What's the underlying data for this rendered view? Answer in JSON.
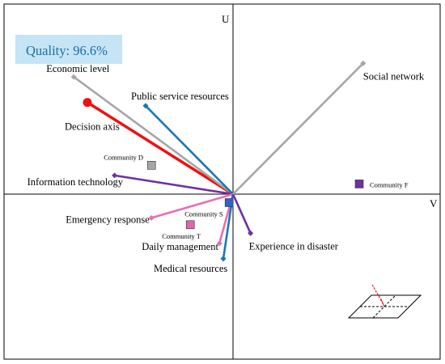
{
  "chart_data": {
    "type": "scatter",
    "subtype": "GAIA biplot",
    "quality_label": "Quality: 96.6%",
    "axis_labels": {
      "vertical": "U",
      "horizontal": "V"
    },
    "axis_range": {
      "v": [
        -1.0,
        1.0
      ],
      "u": [
        -1.0,
        1.0
      ]
    },
    "criteria": [
      {
        "name": "Economic level",
        "v": -0.82,
        "u": 0.69,
        "color": "#a6a6a6"
      },
      {
        "name": "Public service resources",
        "v": -0.45,
        "u": 0.52,
        "color": "#1a78b4"
      },
      {
        "name": "Information technology",
        "v": -0.61,
        "u": 0.11,
        "color": "#7030a0"
      },
      {
        "name": "Emergency response",
        "v": -0.42,
        "u": -0.14,
        "color": "#e66fb0"
      },
      {
        "name": "Daily management",
        "v": -0.07,
        "u": -0.29,
        "color": "#e66fb0"
      },
      {
        "name": "Medical resources",
        "v": -0.05,
        "u": -0.38,
        "color": "#1a78b4"
      },
      {
        "name": "Experience in disaster",
        "v": 0.09,
        "u": -0.23,
        "color": "#7030a0"
      },
      {
        "name": "Social network",
        "v": 0.67,
        "u": 0.77,
        "color": "#a6a6a6"
      }
    ],
    "decision_axis": {
      "name": "Decision axis",
      "v": -0.75,
      "u": 0.54,
      "color": "#ee1111"
    },
    "alternatives": [
      {
        "name": "Community D",
        "v": -0.42,
        "u": 0.17,
        "color": "#a6a6a6"
      },
      {
        "name": "Community F",
        "v": 0.65,
        "u": 0.06,
        "color": "#7030a0"
      },
      {
        "name": "Community S",
        "v": -0.02,
        "u": -0.05,
        "color": "#2e62c8"
      },
      {
        "name": "Community T",
        "v": -0.22,
        "u": -0.18,
        "color": "#d66ab0"
      }
    ],
    "legend": "none",
    "grid": false
  }
}
